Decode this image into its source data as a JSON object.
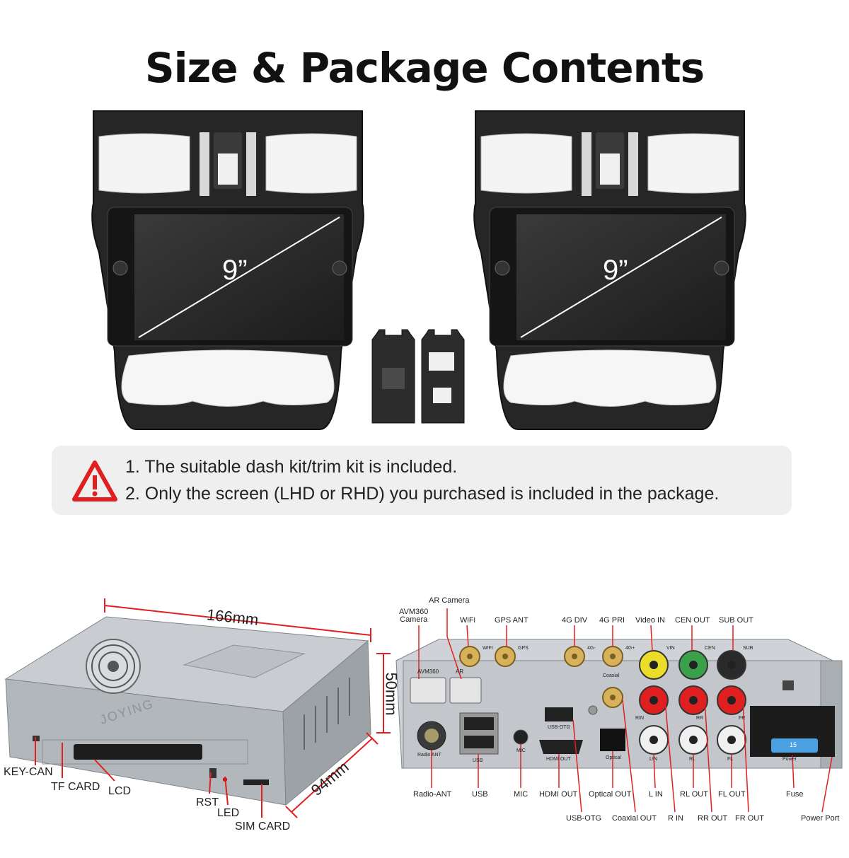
{
  "title": "Size & Package Contents",
  "screen_size_label": "9”",
  "notice": {
    "icon": "warning-triangle-icon",
    "line1": "1. The suitable dash kit/trim kit is included.",
    "line2": "2. Only the screen (LHD or RHD) you purchased is included in the package."
  },
  "colors": {
    "accent_red": "#e02020",
    "notice_bg": "#efefef",
    "frame": "#2a2a2a"
  },
  "unit": {
    "brand": "JOYING",
    "width": "166mm",
    "height": "50mm",
    "depth": "94mm",
    "front_labels": [
      "KEY-CAN",
      "TF CARD",
      "LCD",
      "RST",
      "LED",
      "SIM CARD"
    ]
  },
  "rear": {
    "top_labels": {
      "ar_camera": "AR Camera",
      "avm360_camera": "AVM360\nCamera",
      "wifi": "WiFi",
      "gps_ant": "GPS ANT",
      "div_4g": "4G DIV",
      "pri_4g": "4G PRI",
      "video_in": "Video IN",
      "cen_out": "CEN OUT",
      "sub_out": "SUB OUT"
    },
    "bottom_labels": {
      "radio_ant": "Radio-ANT",
      "usb": "USB",
      "mic": "MIC",
      "hdmi_out": "HDMI OUT",
      "optical_out": "Optical OUT",
      "l_in": "L IN",
      "rl_out": "RL OUT",
      "fl_out": "FL OUT",
      "fuse": "Fuse",
      "usb_otg": "USB-OTG",
      "coaxial_out": "Coaxial OUT",
      "r_in": "R IN",
      "rr_out": "RR OUT",
      "fr_out": "FR OUT",
      "power_port": "Power Port"
    },
    "panel_labels": {
      "avm360": "AVM360",
      "ar": "AR",
      "wifi": "WIFI",
      "gps": "GPS",
      "g4a": "4G-",
      "g4b": "4G+",
      "vin": "VIN",
      "cen": "CEN",
      "sub": "SUB",
      "coaxial": "Coaxial",
      "usb_otg": "USB-OTG",
      "rin": "RIN",
      "rr": "RR",
      "fr": "FR",
      "radio_ant": "Radio ANT",
      "usb": "USB",
      "mic": "MIC",
      "hdmi_out": "HDMI OUT",
      "optical": "Optical",
      "lin": "LIN",
      "rl": "RL",
      "fl": "FL",
      "power": "Power",
      "fuse_value": "15"
    }
  }
}
